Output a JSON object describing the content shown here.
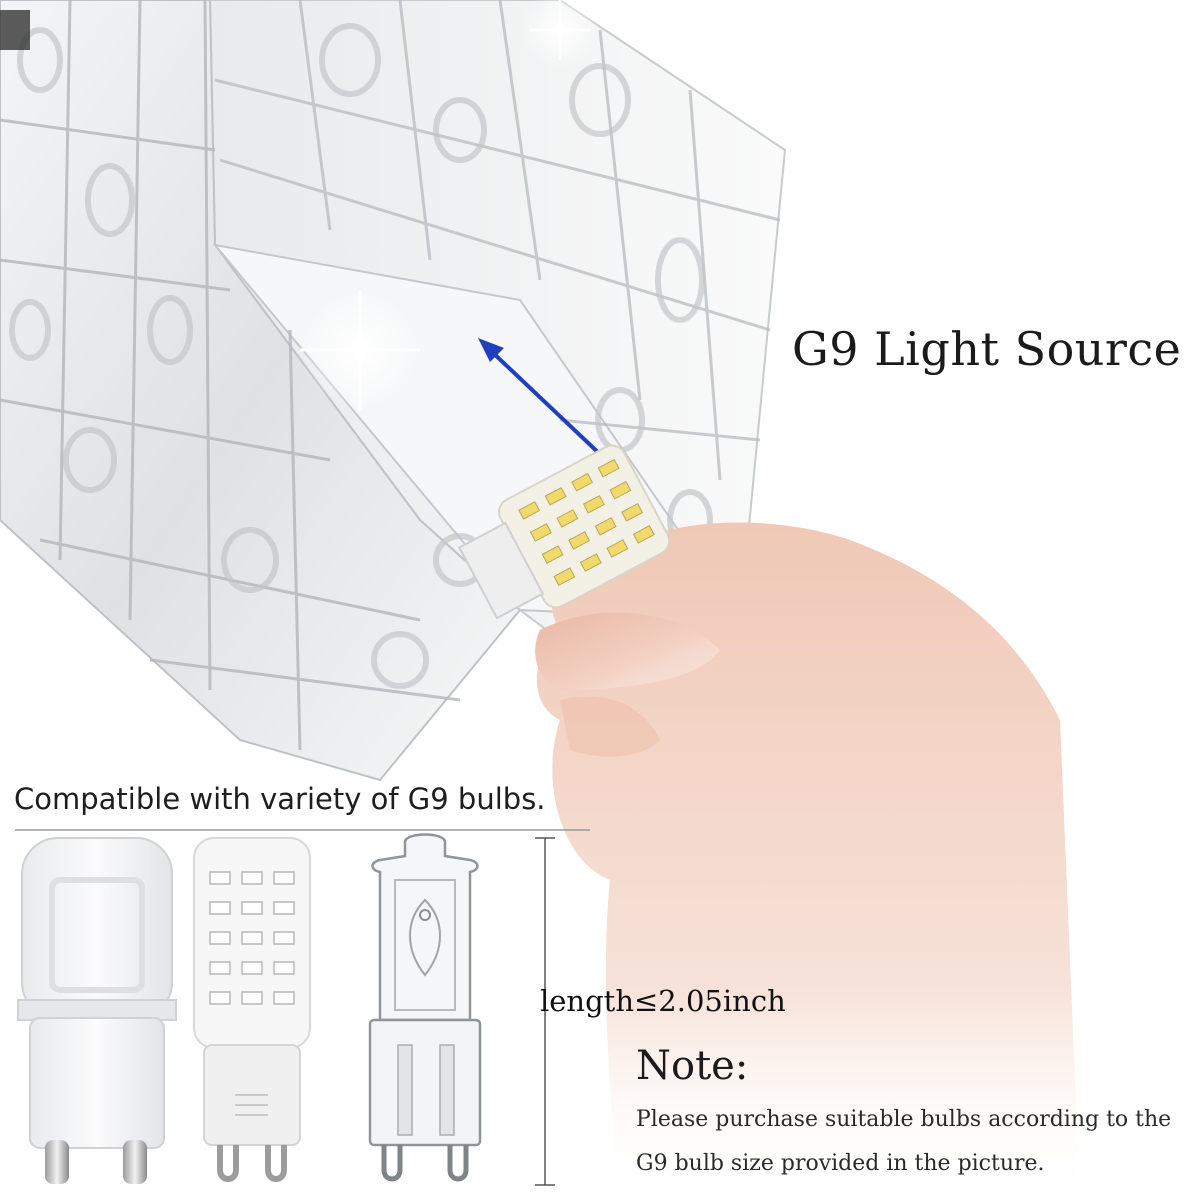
{
  "headline": "G9 Light Source",
  "compatibility_text": "Compatible with variety of G9 bulbs.",
  "length_label": "length≤2.05inch",
  "note": {
    "title": "Note:",
    "line1": "Please purchase suitable bulbs according to the",
    "line2": "G9 bulb size provided in the picture."
  },
  "colors": {
    "arrow": "#1f3fbf",
    "dimension_line": "#555555"
  }
}
